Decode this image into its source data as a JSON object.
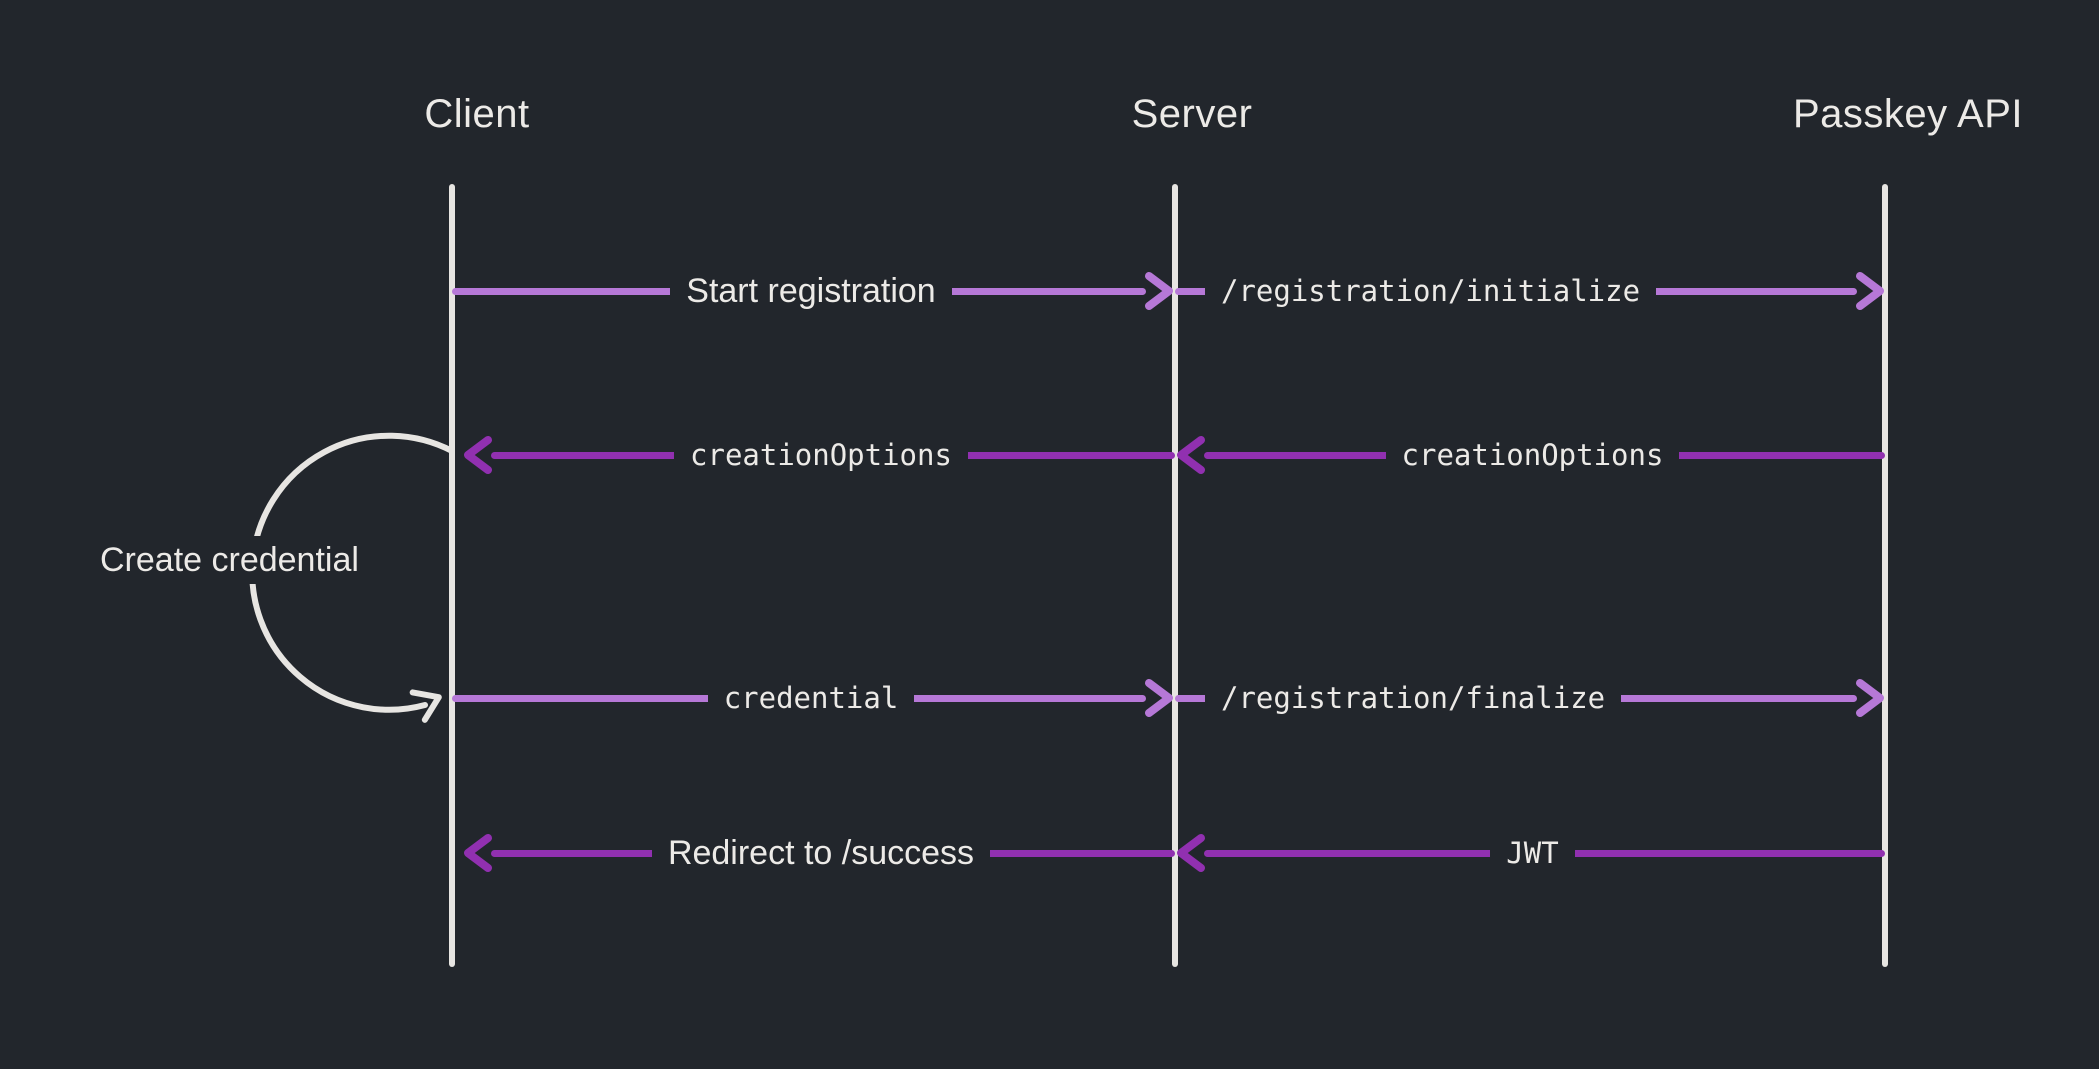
{
  "diagram": {
    "type": "sequence-diagram",
    "participants": [
      {
        "id": "client",
        "label": "Client"
      },
      {
        "id": "server",
        "label": "Server"
      },
      {
        "id": "passkey-api",
        "label": "Passkey API"
      }
    ],
    "messages": [
      {
        "from": "Client",
        "to": "Server",
        "label": "Start registration",
        "direction": "right",
        "style": "light",
        "font": "sans"
      },
      {
        "from": "Server",
        "to": "Passkey API",
        "label": "/registration/initialize",
        "direction": "right",
        "style": "light",
        "font": "mono"
      },
      {
        "from": "Passkey API",
        "to": "Server",
        "label": "creationOptions",
        "direction": "left",
        "style": "dark",
        "font": "mono"
      },
      {
        "from": "Server",
        "to": "Client",
        "label": "creationOptions",
        "direction": "left",
        "style": "dark",
        "font": "mono"
      },
      {
        "from": "Client",
        "to": "Server",
        "label": "credential",
        "direction": "right",
        "style": "light",
        "font": "mono"
      },
      {
        "from": "Server",
        "to": "Passkey API",
        "label": "/registration/finalize",
        "direction": "right",
        "style": "light",
        "font": "mono"
      },
      {
        "from": "Passkey API",
        "to": "Server",
        "label": "JWT",
        "direction": "left",
        "style": "dark",
        "font": "mono"
      },
      {
        "from": "Server",
        "to": "Client",
        "label": "Redirect to /success",
        "direction": "left",
        "style": "dark",
        "font": "sans"
      }
    ],
    "self_loop": {
      "on": "Client",
      "label": "Create credential"
    }
  },
  "colors": {
    "background": "#22262c",
    "lifeline": "#e7e5e2",
    "text": "#eceae7",
    "arrowLight": "#b678d7",
    "arrowDark": "#9130b0"
  }
}
